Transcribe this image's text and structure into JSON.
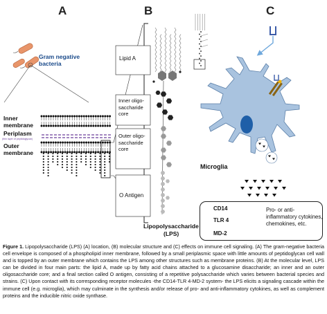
{
  "panels": {
    "a": "A",
    "b": "B",
    "c": "C"
  },
  "panel_a": {
    "bacteria_label": "Gram negative bacteria",
    "inner_membrane": "Inner membrane",
    "periplasm": "Periplasm",
    "periplasm_note": "(thin layer of peptidoglycan)",
    "outer_membrane": "Outer membrane"
  },
  "panel_b": {
    "lipid_a": "Lipid A",
    "inner_core": "Inner oligo-saccharide core",
    "outer_core": "Outer oligo-saccharide core",
    "o_antigen": "O Antigen",
    "lps_title": "Lipopolysaccharide",
    "lps_abbrev": "(LPS)"
  },
  "panel_c": {
    "microglia": "Microglia"
  },
  "legend": {
    "cd14": "CD14",
    "tlr4": "TLR 4",
    "md2": "MD-2",
    "cytokines": "Pro- or anti-inflammatory cytokines, chemokines, etc."
  },
  "caption": {
    "label": "Figure 1.",
    "text": "Lipopolysaccharide (LPS) (A) location, (B) molecular structure and (C) effects on immune cell signaling. (A) The gram-negative bacteria cell envelope is composed of a phospholipid inner membrane, followed by a small periplasmic space with little amounts of peptidoglycan cell wall and is topped by an outer membrane which contains the LPS among other structures such as membrane proteins. (B) At the molecular level, LPS can be divided in four main parts: the lipid A, made up by fatty acid chains attached to a glucosamine disaccharide; an inner and an outer oligosaccharide core; and a final section called O antigen, consisting of a repetitive polysaccharide which varies between bacterial species and strains. (C) Upon contact with its corresponding receptor molecules -the CD14-TLR 4-MD-2 system- the LPS elicits a signaling cascade within the immune cell (e.g. microglia), which may culminate in the synthesis and/or release of pro- and anti-inflammatory cytokines, as well as complement proteins and the inducible nitric oxide synthase."
  },
  "colors": {
    "bacteria": "#e8956a",
    "periplasm": "#6a3d9a",
    "microglia": "#a9c3df",
    "nucleus": "#1f5fa8",
    "cd14": "#3b5ba8",
    "tlr4": "#8a6414",
    "md2": "#f2b400",
    "sugar_dark": "#222222",
    "sugar_grey": "#9a9a9a"
  }
}
